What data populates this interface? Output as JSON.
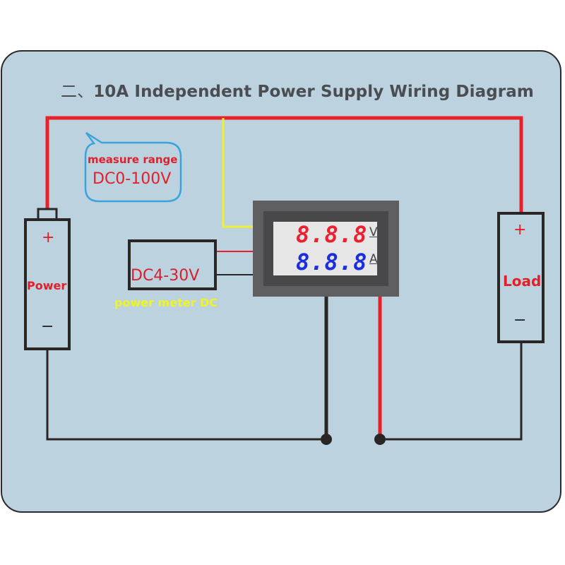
{
  "title": {
    "prefix": "二、",
    "text": "10A Independent Power Supply Wiring Diagram"
  },
  "callout": {
    "line1": "measure range",
    "line2": "DC0-100V"
  },
  "power_meter": {
    "value": "DC4-30V",
    "label": "power meter DC"
  },
  "power_source": {
    "plus": "+",
    "label": "Power",
    "minus": "−"
  },
  "load": {
    "plus": "+",
    "label": "Load",
    "minus": "−"
  },
  "meter_display": {
    "voltage_digits": "8.8.8",
    "voltage_unit": "V",
    "current_digits": "8.8.8",
    "current_unit": "A"
  },
  "colors": {
    "background": "#bcd2de",
    "wire_positive": "#e8202a",
    "wire_negative": "#2b2626",
    "wire_sense": "#f0f030",
    "callout_border": "#3ba3dc",
    "voltage_digits": "#ee2030",
    "current_digits": "#1a2ee0"
  }
}
